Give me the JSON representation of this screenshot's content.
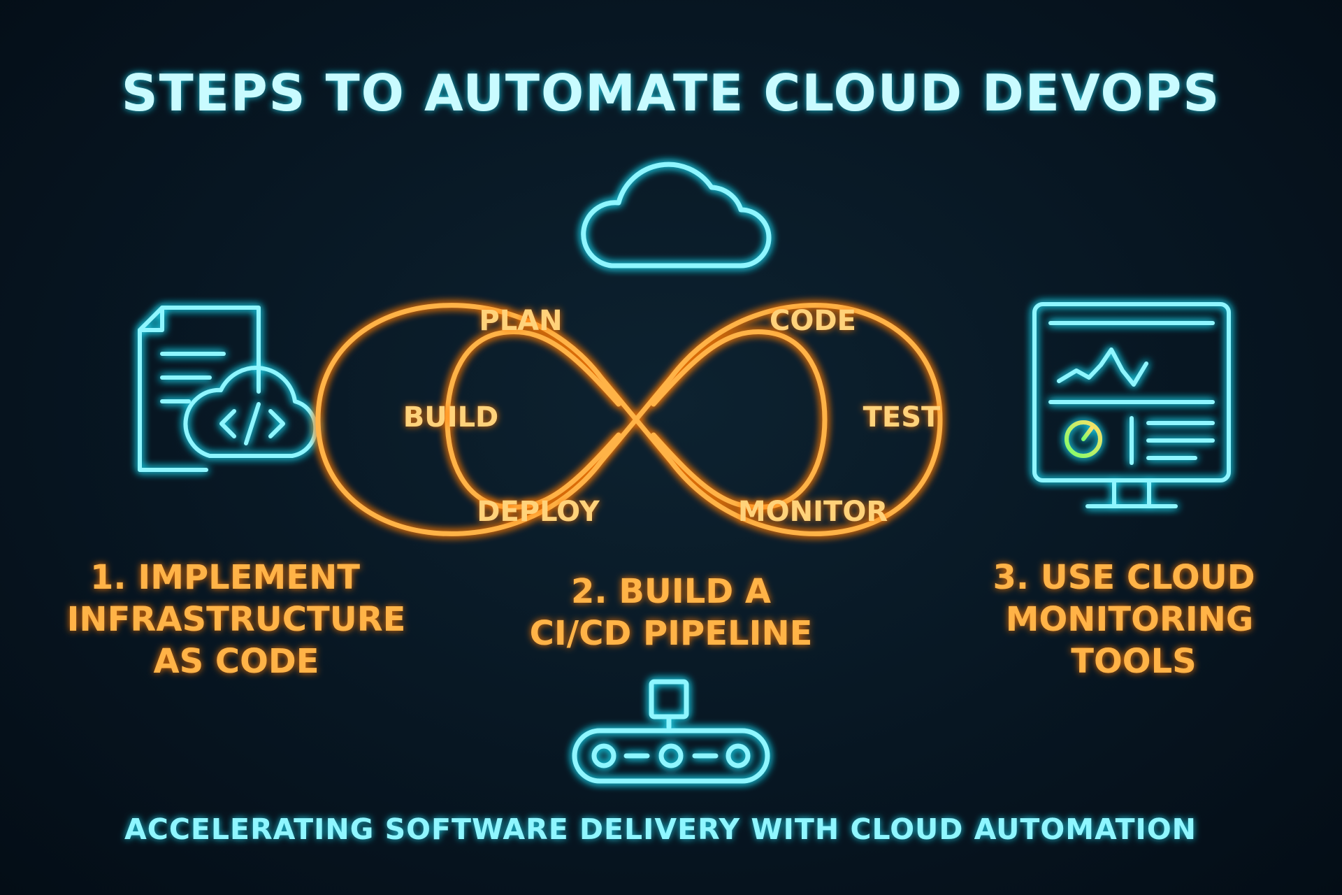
{
  "title": "STEPS TO AUTOMATE CLOUD DEVOPS",
  "subtitle": "ACCELERATING SOFTWARE DELIVERY WITH CLOUD AUTOMATION",
  "colors": {
    "cyan": "#8ff6ff",
    "cyan_glow": "#1fd8f0",
    "orange": "#ffb347",
    "orange_glow": "#ff7a00",
    "yellow": "#ffe066",
    "green": "#7dff6a"
  },
  "loop": {
    "stages": [
      "PLAN",
      "CODE",
      "BUILD",
      "TEST",
      "DEPLOY",
      "MONITOR"
    ]
  },
  "steps": [
    {
      "lines": [
        "1. IMPLEMENT",
        "INFRASTRUCTURE",
        "AS CODE"
      ],
      "icon": "code-document-cloud-icon"
    },
    {
      "lines": [
        "2. BUILD A",
        "CI/CD PIPELINE"
      ],
      "icon": "infinity-loop-icon"
    },
    {
      "lines": [
        "3. USE CLOUD",
        "MONITORING",
        "TOOLS"
      ],
      "icon": "monitor-dashboard-icon"
    }
  ],
  "icons": {
    "top": "cloud-icon",
    "bottom": "conveyor-belt-icon"
  }
}
